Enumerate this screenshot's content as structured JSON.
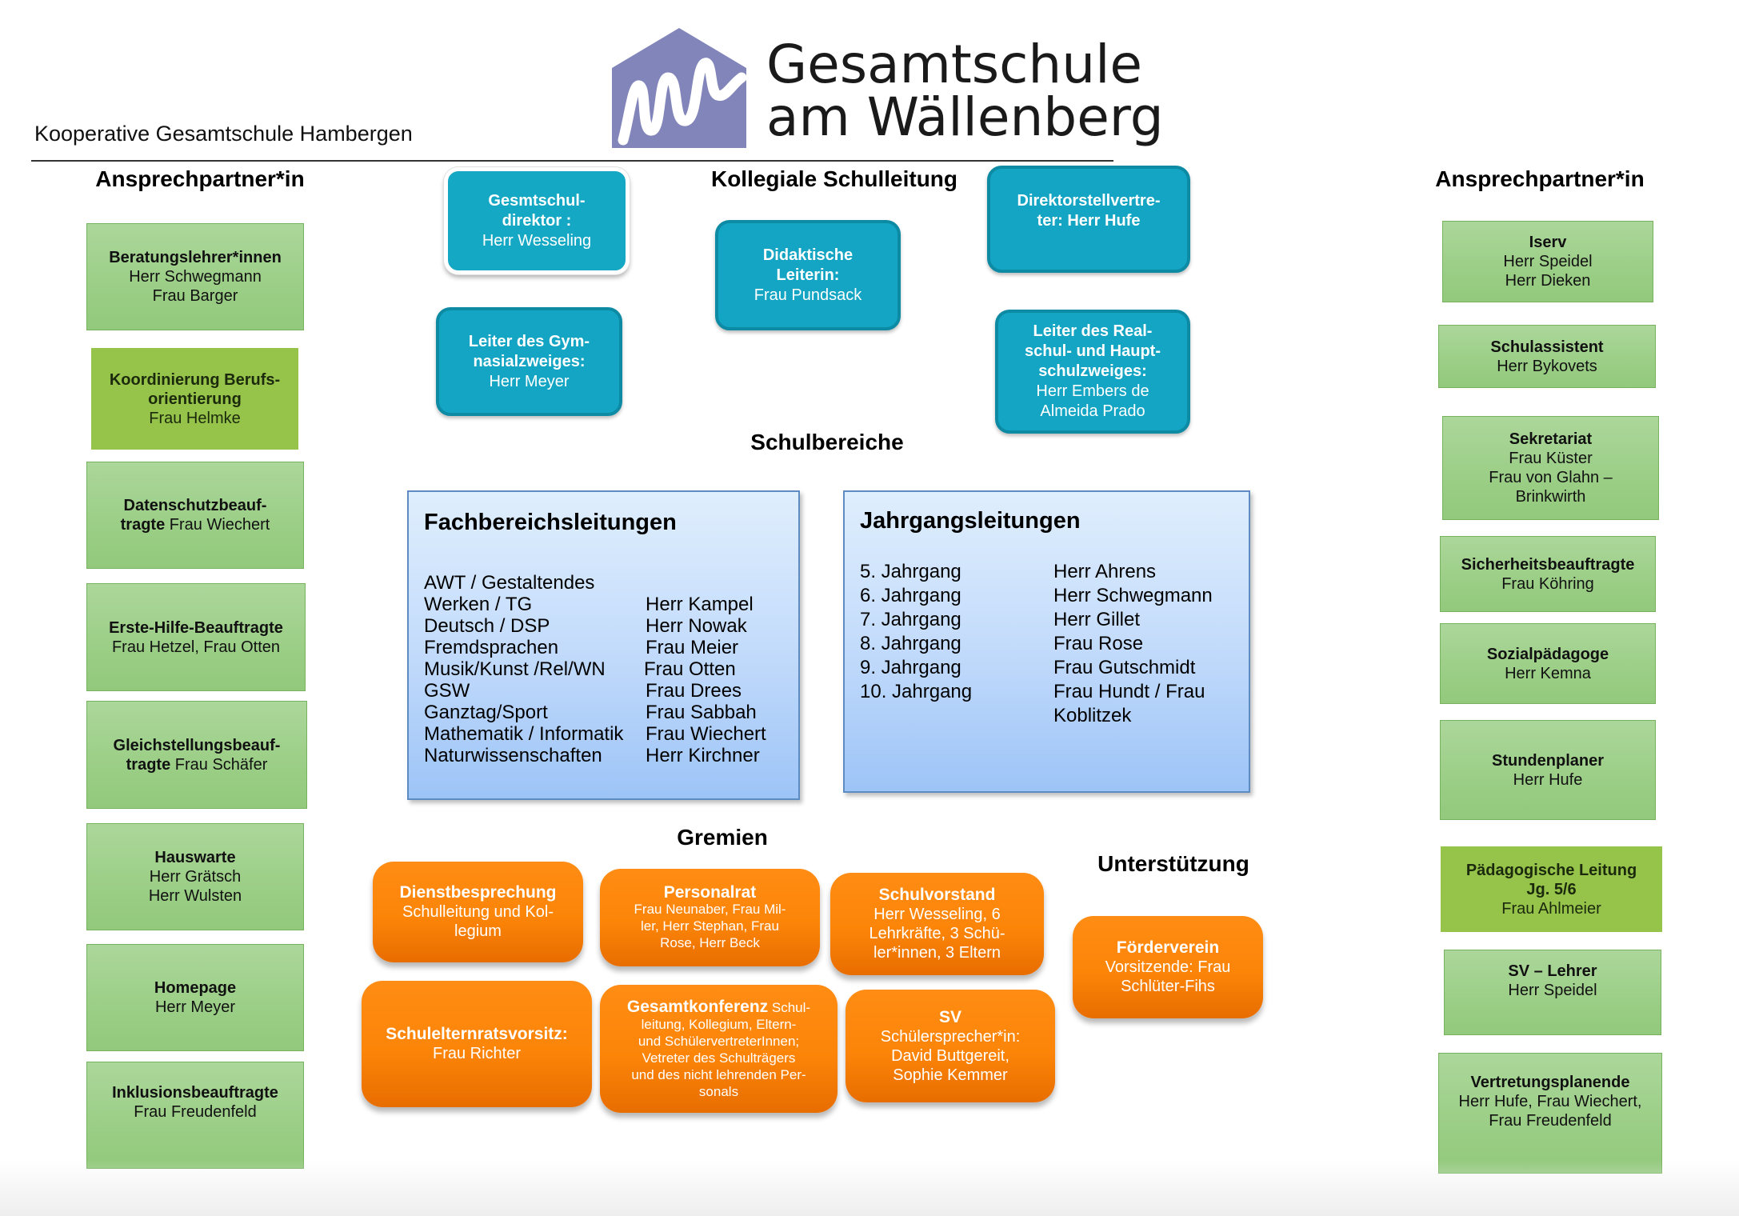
{
  "header": {
    "school_name": "Kooperative Gesamtschule Hambergen",
    "logo_line1": "Gesamtschule",
    "logo_line2": "am Wällenberg",
    "logo_color": "#8285ba"
  },
  "sections": {
    "left_contacts": "Ansprechpartner*in",
    "right_contacts": "Ansprechpartner*in",
    "leadership": "Kollegiale Schulleitung",
    "school_areas": "Schulbereiche",
    "committees": "Gremien",
    "support": "Unterstützung"
  },
  "left_contacts": [
    {
      "title": "Beratungslehrer*innen",
      "lines": [
        "Herr Schwegmann",
        "Frau Barger"
      ]
    },
    {
      "title": "Koordinierung Berufs-",
      "title2": "orientierung",
      "lines": [
        "Frau Helmke"
      ]
    },
    {
      "title": "Datenschutzbeauf-",
      "title2": "tragte",
      "inline": " Frau Wiechert"
    },
    {
      "title": "Erste-Hilfe-Beauftragte",
      "lines": [
        "Frau Hetzel, Frau Otten"
      ]
    },
    {
      "title": "Gleichstellungsbeauf-",
      "title2": "tragte",
      "inline": " Frau Schäfer"
    },
    {
      "title": "Hauswarte",
      "lines": [
        "Herr Grätsch",
        "Herr Wulsten"
      ]
    },
    {
      "title": "Homepage",
      "lines": [
        "Herr Meyer"
      ]
    },
    {
      "title": "Inklusionsbeauftragte",
      "lines": [
        "Frau Freudenfeld"
      ]
    }
  ],
  "right_contacts": [
    {
      "title": "Iserv",
      "lines": [
        "Herr Speidel",
        "Herr Dieken"
      ]
    },
    {
      "title": "Schulassistent",
      "lines": [
        "Herr Bykovets"
      ]
    },
    {
      "title": "Sekretariat",
      "lines": [
        "Frau Küster",
        "Frau von Glahn –",
        "Brinkwirth"
      ]
    },
    {
      "title": "Sicherheitsbeauftragte",
      "lines": [
        "Frau Köhring"
      ]
    },
    {
      "title": "Sozialpädagoge",
      "lines": [
        "Herr Kemna"
      ]
    },
    {
      "title": "Stundenplaner",
      "lines": [
        "Herr Hufe"
      ]
    },
    {
      "title": "Pädagogische Leitung",
      "title2": "Jg. 5/6",
      "lines": [
        "Frau Ahlmeier"
      ]
    },
    {
      "title": "SV – Lehrer",
      "lines": [
        "Herr Speidel"
      ]
    },
    {
      "title": "Vertretungsplanende",
      "lines": [
        "Herr Hufe, Frau Wiechert,",
        "Frau Freudenfeld"
      ]
    }
  ],
  "leadership": [
    {
      "bold": [
        "Gesmtschul-",
        "direktor :"
      ],
      "lines": [
        "Herr Wesseling"
      ]
    },
    {
      "bold": [
        "Direktorstellvertre-",
        "ter: Herr Hufe"
      ],
      "lines": []
    },
    {
      "bold": [
        "Didaktische",
        "Leiterin:"
      ],
      "lines": [
        "Frau Pundsack"
      ]
    },
    {
      "bold": [
        "Leiter des Gym-",
        "nasialzweiges:"
      ],
      "lines": [
        "Herr  Meyer"
      ]
    },
    {
      "bold": [
        "Leiter des Real-",
        "schul- und Haupt-",
        "schulzweiges:"
      ],
      "lines": [
        "Herr Embers de",
        "Almeida Prado"
      ]
    }
  ],
  "departments": {
    "title": "Fachbereichsleitungen",
    "rows": [
      {
        "subject": "AWT / Gestaltendes",
        "person": ""
      },
      {
        "subject": "Werken  / TG",
        "person": "Herr Kampel"
      },
      {
        "subject": "Deutsch / DSP",
        "person": "Herr Nowak"
      },
      {
        "subject": "Fremdsprachen",
        "person": "Frau Meier"
      },
      {
        "subject": "Musik/Kunst /Rel/WN",
        "person": "Frau Otten"
      },
      {
        "subject": "GSW",
        "person": "Frau Drees"
      },
      {
        "subject": "Ganztag/Sport",
        "person": "Frau Sabbah"
      },
      {
        "subject": "Mathematik / Informatik",
        "person": "Frau Wiechert"
      },
      {
        "subject": "Naturwissenschaften",
        "person": "Herr Kirchner"
      }
    ]
  },
  "grades": {
    "title": "Jahrgangsleitungen",
    "rows": [
      {
        "grade": "5. Jahrgang",
        "person": "Herr Ahrens"
      },
      {
        "grade": "6. Jahrgang",
        "person": "Herr Schwegmann"
      },
      {
        "grade": "7. Jahrgang",
        "person": "Herr Gillet"
      },
      {
        "grade": "8. Jahrgang",
        "person": "Frau Rose"
      },
      {
        "grade": "9. Jahrgang",
        "person": "Frau Gutschmidt"
      },
      {
        "grade": "10. Jahrgang",
        "person": "Frau Hundt / Frau"
      },
      {
        "grade": "",
        "person": "Koblitzek"
      }
    ]
  },
  "committees": [
    {
      "title": "Dienstbesprechung",
      "lines": [
        "Schulleitung und Kol-",
        "legium"
      ]
    },
    {
      "title": "Personalrat",
      "lines": [
        "Frau  Neunaber, Frau Mil-",
        "ler, Herr Stephan, Frau",
        "Rose, Herr Beck"
      ]
    },
    {
      "title": "Schulvorstand",
      "lines": [
        "Herr Wesseling, 6",
        "Lehrkräfte, 3 Schü-",
        "ler*innen, 3 Eltern"
      ]
    },
    {
      "title": "Schulelternratsvorsitz:",
      "lines": [
        "Frau Richter"
      ]
    },
    {
      "title": "Gesamtkonferenz",
      "inline": " Schul-",
      "lines": [
        "leitung, Kollegium, Eltern-",
        "und SchülervertreterInnen;",
        "Vetreter des Schulträgers",
        "und des nicht lehrenden Per-",
        "sonals"
      ]
    },
    {
      "title": "SV",
      "lines": [
        "Schülersprecher*in:",
        "David Buttgereit,",
        "Sophie Kemmer"
      ]
    }
  ],
  "support": [
    {
      "title": "Förderverein",
      "lines": [
        "Vorsitzende: Frau",
        "Schlüter-Fihs"
      ]
    }
  ],
  "colors": {
    "green": "#9dcf88",
    "green_dark": "#96c34a",
    "teal": "#13a5c3",
    "blue_panel": "#c4dcfb",
    "orange": "#fc8508"
  }
}
